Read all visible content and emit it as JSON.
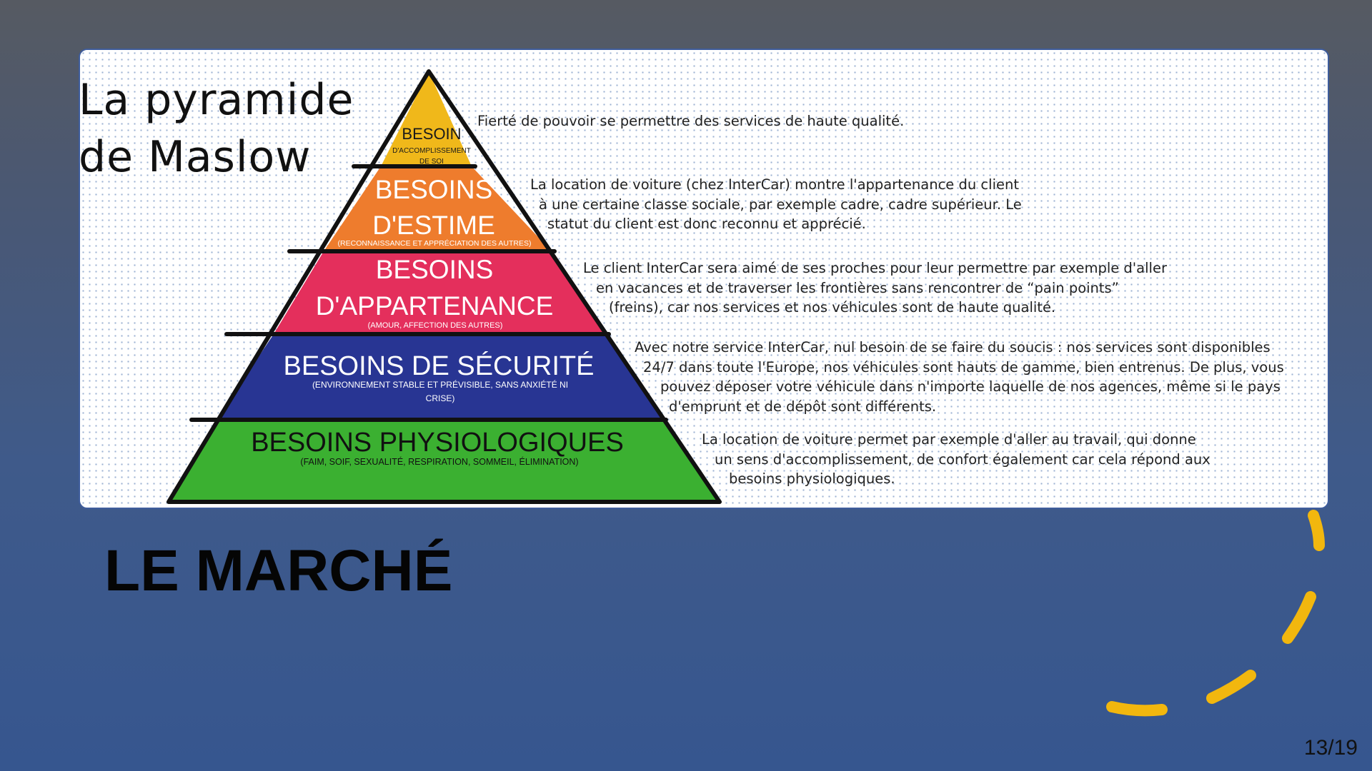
{
  "diagram_title": [
    "La pyramide",
    "de Maslow"
  ],
  "pyramid": [
    {
      "title": [
        "BESOIN"
      ],
      "subtitle": [
        "D'ACCOMPLISSEMENT",
        "DE SOI"
      ],
      "color": "#f0b81a",
      "description": [
        "Fierté de pouvoir se permettre des services de haute qualité."
      ]
    },
    {
      "title": [
        "BESOINS",
        "D'ESTIME"
      ],
      "subtitle": [
        "(RECONNAISSANCE ET APPRÉCIATION DES AUTRES)"
      ],
      "color": "#ee7c2d",
      "description": [
        "La location de voiture (chez InterCar) montre l'appartenance du client",
        "à une certaine classe sociale, par exemple cadre, cadre supérieur. Le",
        "statut du client est donc reconnu  et apprécié."
      ]
    },
    {
      "title": [
        "BESOINS",
        "D'APPARTENANCE"
      ],
      "subtitle": [
        "(AMOUR, AFFECTION DES AUTRES)"
      ],
      "color": "#e42f5c",
      "description": [
        "Le client InterCar sera aimé de ses proches pour leur permettre par exemple d'aller",
        "en vacances et de traverser les frontières sans rencontrer de “pain points”",
        "(freins), car nos services et nos véhicules sont de haute qualité."
      ]
    },
    {
      "title": [
        "BESOINS DE SÉCURITÉ"
      ],
      "subtitle": [
        "(ENVIRONNEMENT STABLE ET PRÉVISIBLE, SANS ANXIÉTÉ NI",
        "CRISE)"
      ],
      "color": "#283593",
      "description": [
        "Avec notre service InterCar, nul besoin de se faire du soucis : nos services sont disponibles",
        "24/7 dans toute l'Europe, nos véhicules sont hauts de gamme, bien entrenus. De plus, vous",
        "pouvez déposer votre véhicule dans n'importe laquelle de nos agences, même si le pays",
        "d'emprunt et de dépôt sont différents."
      ]
    },
    {
      "title": [
        "BESOINS PHYSIOLOGIQUES"
      ],
      "subtitle": [
        "(FAIM, SOIF, SEXUALITÉ, RESPIRATION, SOMMEIL, ÉLIMINATION)"
      ],
      "color": "#3bb031",
      "description": [
        "La location de voiture permet par exemple d'aller au travail, qui donne",
        "un sens d'accomplissement, de confort également car cela répond aux",
        "besoins physiologiques."
      ]
    }
  ],
  "heading": "LE MARCHÉ",
  "page_number": "13/19",
  "colors": {
    "accent_dashes": "#f2b70e",
    "card_border": "#3f5d9c",
    "outline": "#111111"
  }
}
